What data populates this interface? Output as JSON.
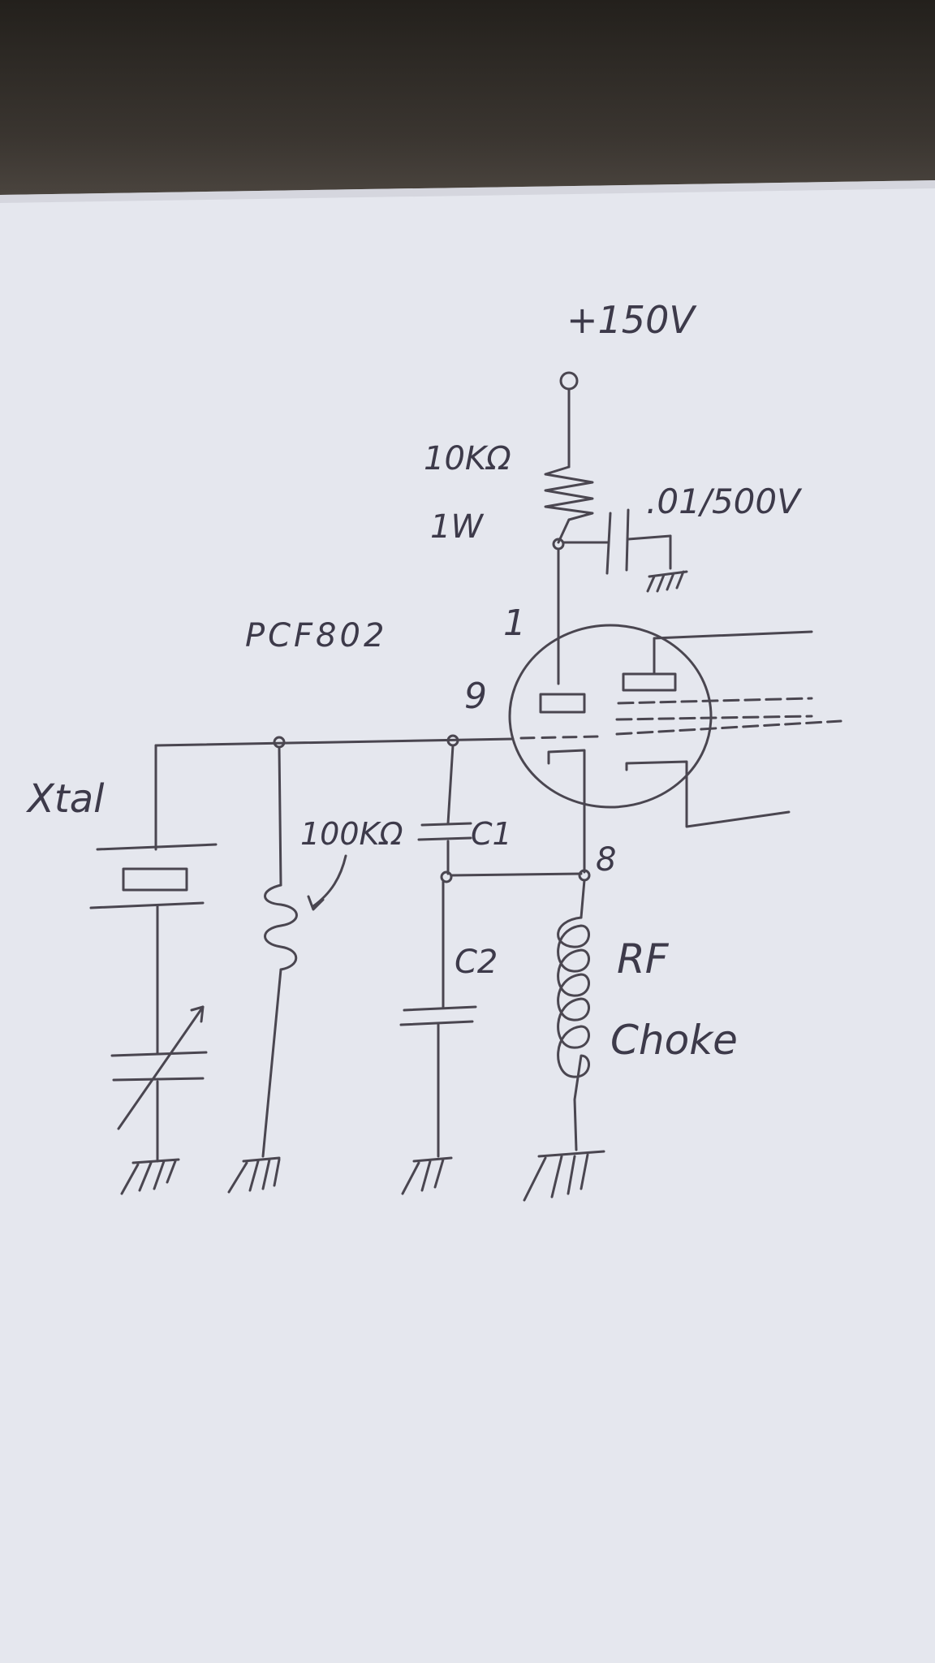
{
  "diagram": {
    "supply_label": "+150V",
    "resistor_value": "10KΩ",
    "resistor_power": "1W",
    "capacitor_label": ".01/500V",
    "pin_1": "1",
    "tube_label": "PCF802",
    "pin_9": "9",
    "pin_8": "8",
    "crystal_label": "Xtal",
    "grid_resistor_label": "100KΩ",
    "c1_label": "C1",
    "c2_label": "C2",
    "choke_label_1": "RF",
    "choke_label_2": "Choke"
  },
  "colors": {
    "paper": "#e6e8ee",
    "ink": "#4a4650",
    "backdrop": "#2a2622"
  }
}
